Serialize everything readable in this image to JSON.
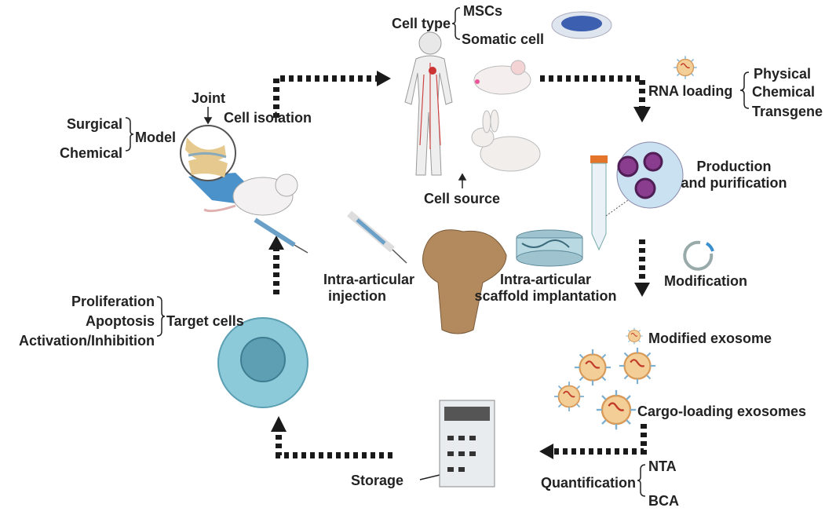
{
  "labels": {
    "cell_type": "Cell type",
    "mscs": "MSCs",
    "somatic_cell": "Somatic cell",
    "rna_loading": "RNA loading",
    "physical": "Physical",
    "chemical_loading": "Chemical",
    "transgene": "Transgene",
    "joint": "Joint",
    "cell_isolation": "Cell isolation",
    "surgical": "Surgical",
    "chemical_model": "Chemical",
    "model": "Model",
    "production_line1": "Production",
    "production_line2": "and purification",
    "cell_source": "Cell source",
    "intra_injection_line1": "Intra-articular",
    "intra_injection_line2": "injection",
    "intra_scaffold_line1": "Intra-articular",
    "intra_scaffold_line2": "scaffold implantation",
    "modification": "Modification",
    "proliferation": "Proliferation",
    "apoptosis": "Apoptosis",
    "activation_inhibition": "Activation/Inhibition",
    "target_cells": "Target cells",
    "modified_exosome": "Modified exosome",
    "cargo_loading_exosomes": "Cargo-loading exosomes",
    "storage": "Storage",
    "nta": "NTA",
    "quantification": "Quantification",
    "bca": "BCA"
  },
  "icons": [
    "human-body-icon",
    "petri-dish-icon",
    "mouse-head-icon",
    "rabbit-icon",
    "rat-icon",
    "knee-joint-icon",
    "syringe-icon",
    "bone-icon",
    "scaffold-icon",
    "tube-icon",
    "magnifier-icon",
    "cycle-arrow-icon",
    "exosome-icon",
    "target-cell-icon",
    "freezer-icon"
  ],
  "colors": {
    "arrow": "#1a1a1a",
    "text": "#222222",
    "exosome": "#f0c98e",
    "cell": "#8cc9d9",
    "bone": "#b38a5e",
    "tube_cap": "#e3742a",
    "vesicle": "#8a3c8f"
  }
}
